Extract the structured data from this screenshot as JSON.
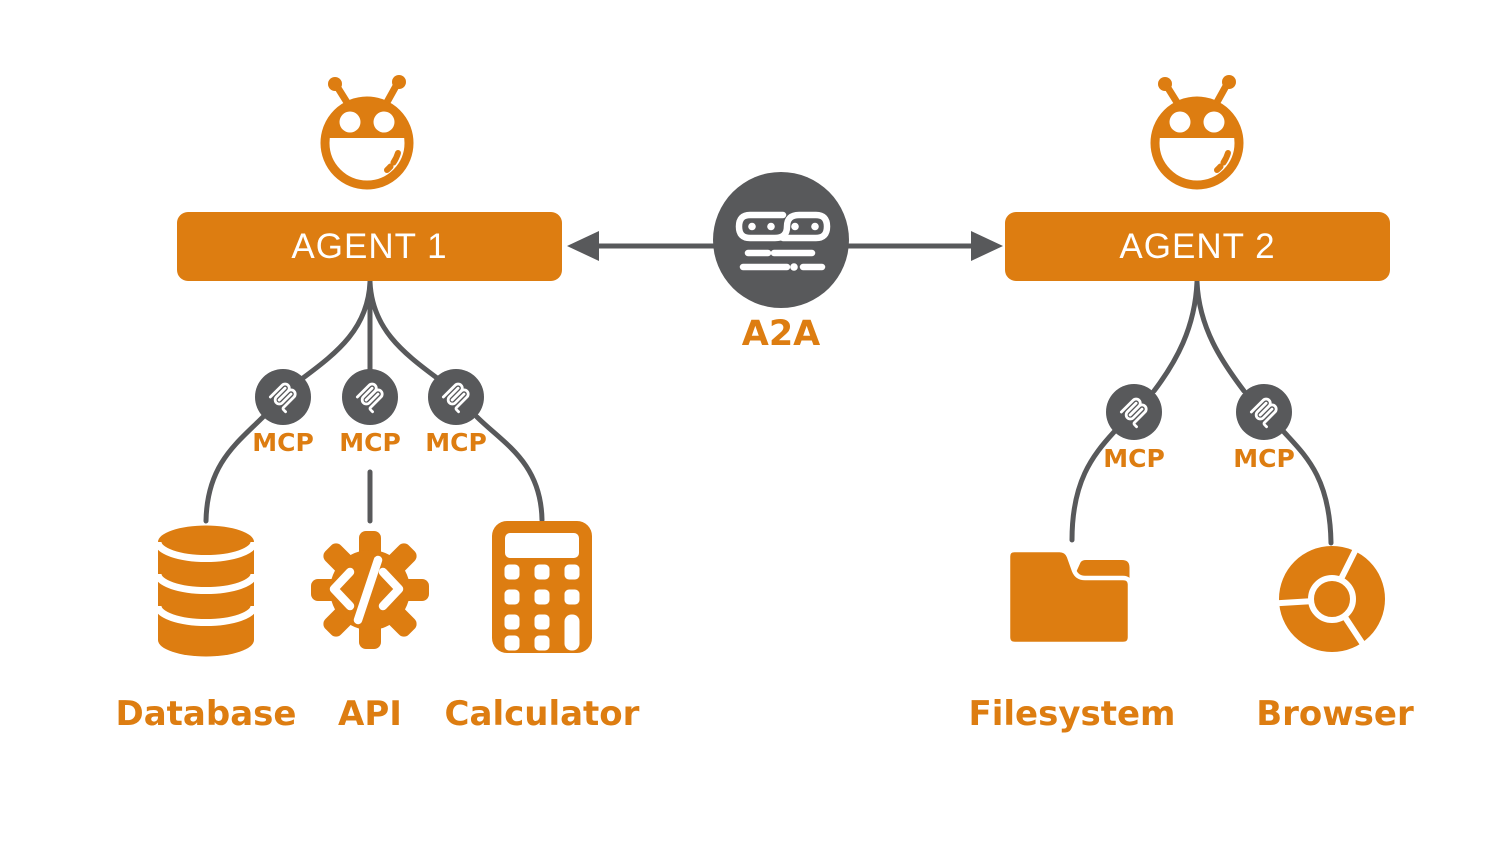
{
  "agents": [
    {
      "label": "AGENT 1"
    },
    {
      "label": "AGENT 2"
    }
  ],
  "protocol": {
    "label": "A2A"
  },
  "mcp_labels": [
    "MCP",
    "MCP",
    "MCP",
    "MCP",
    "MCP"
  ],
  "tools": [
    {
      "label": "Database"
    },
    {
      "label": "API"
    },
    {
      "label": "Calculator"
    },
    {
      "label": "Filesystem"
    },
    {
      "label": "Browser"
    }
  ],
  "icons": [
    "robot-icon",
    "a2a-link-icon",
    "mcp-icon",
    "database-icon",
    "api-gear-icon",
    "calculator-icon",
    "folder-icon",
    "browser-icon"
  ],
  "colors": {
    "orange": "#DD7D11",
    "dark_gray": "#58595B",
    "white": "#FFFFFF"
  }
}
